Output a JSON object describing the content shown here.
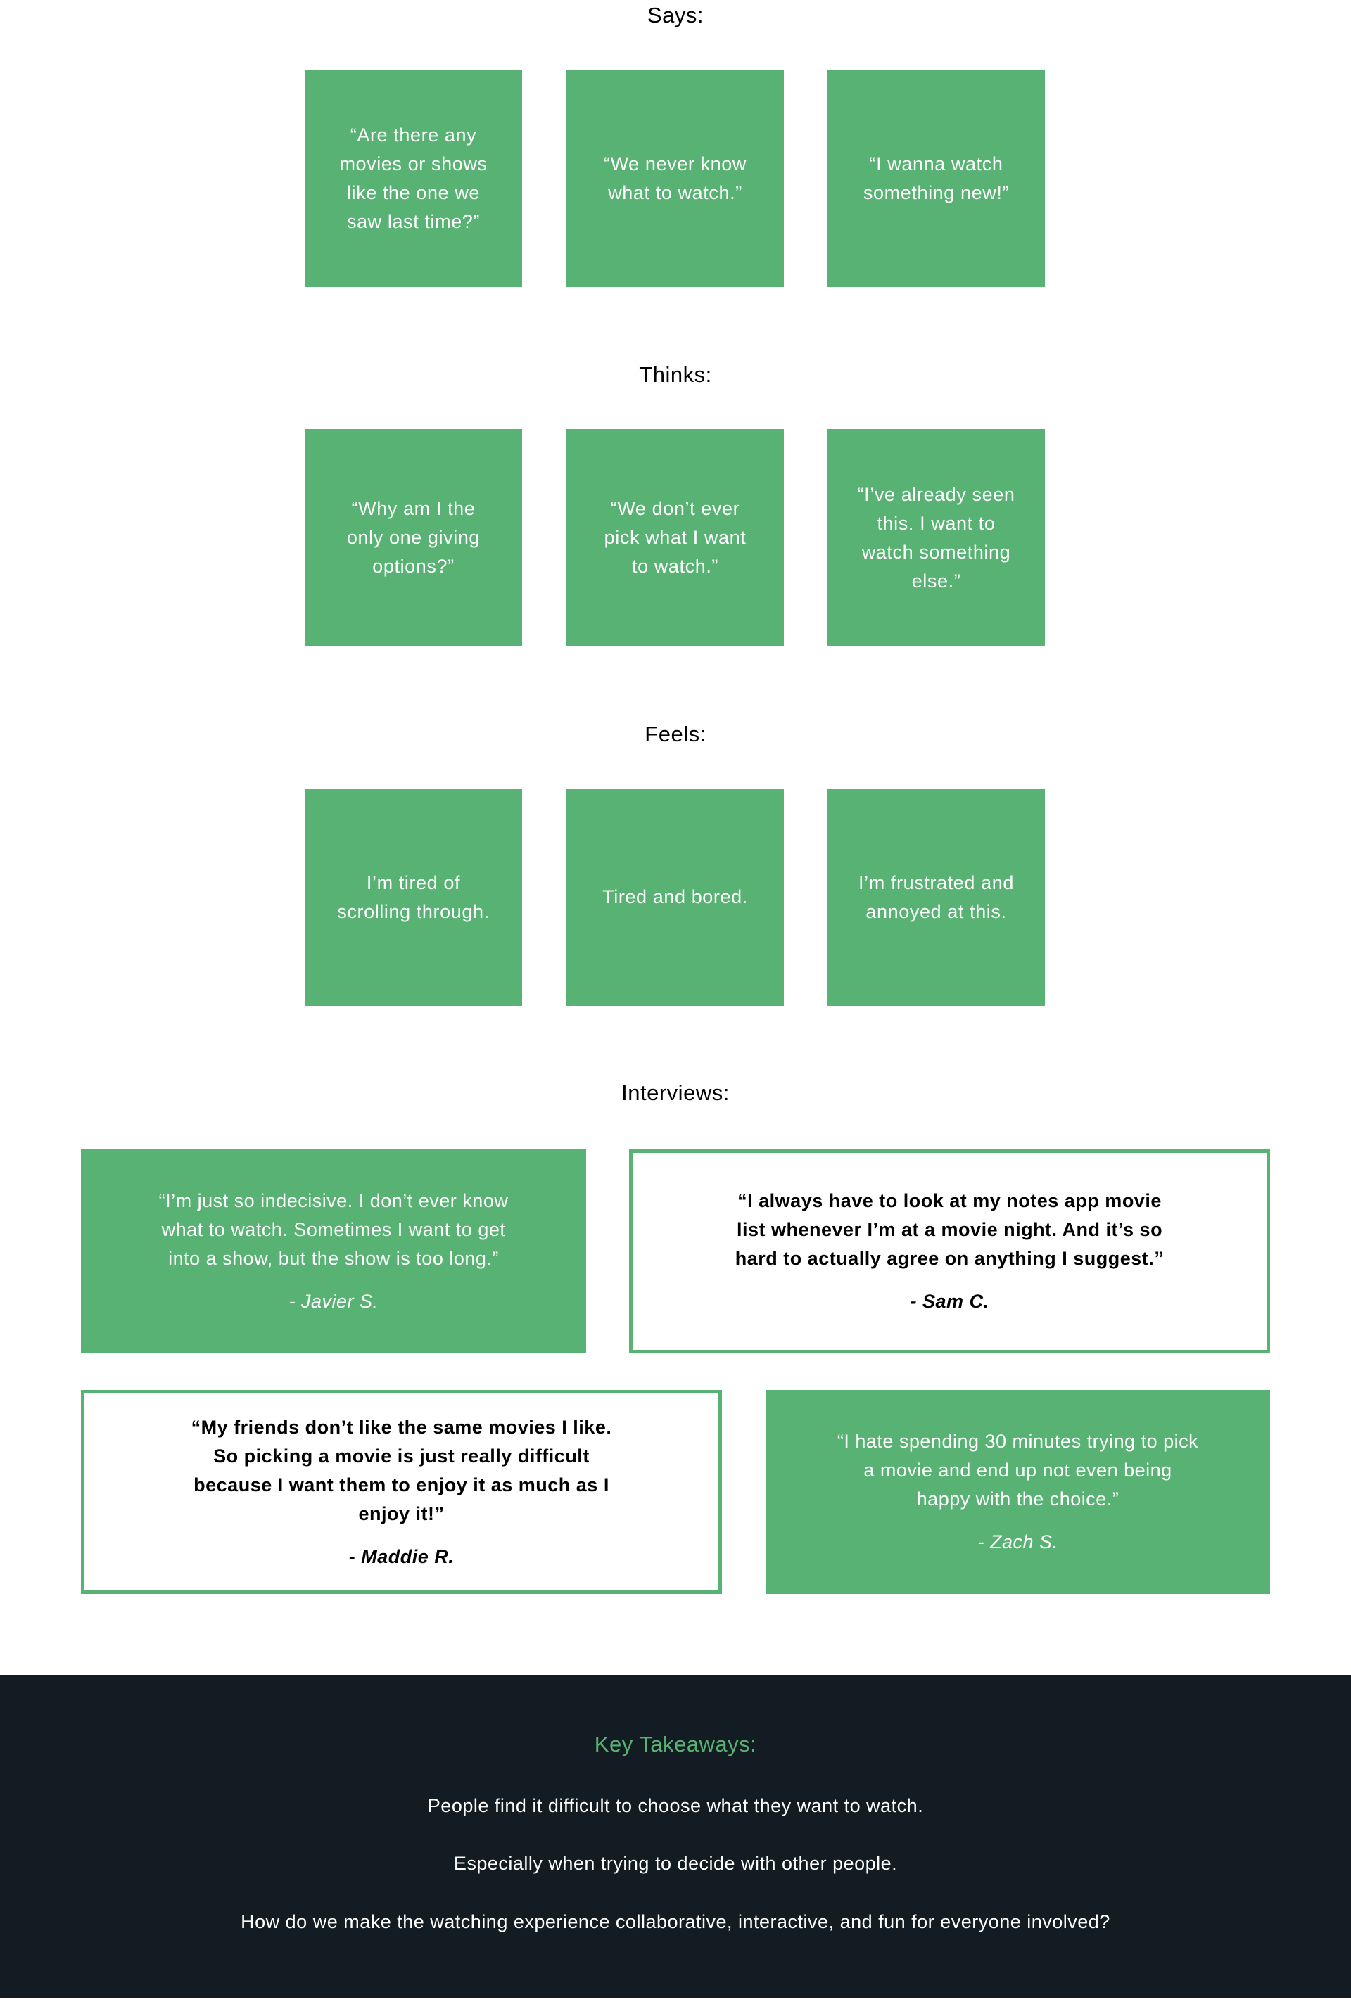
{
  "says": {
    "title": "Says:",
    "items": [
      "“Are there any movies or shows like the one we saw last time?”",
      "“We never know what to watch.”",
      "“I wanna watch something new!”"
    ]
  },
  "thinks": {
    "title": "Thinks:",
    "items": [
      "“Why am I the only one giving options?”",
      "“We don’t ever pick what I want to watch.”",
      "“I’ve already seen this. I want to watch something else.”"
    ]
  },
  "feels": {
    "title": "Feels:",
    "items": [
      "I’m tired of scrolling through.",
      "Tired and bored.",
      "I’m frustrated and annoyed at this."
    ]
  },
  "interviews": {
    "title": "Interviews:",
    "items": [
      {
        "quote": "“I’m just so indecisive. I don’t ever know what to watch. Sometimes I want to get into a show, but the show is too long.”",
        "author": "- Javier S."
      },
      {
        "quote": "“I always have to look at my notes app movie list whenever I’m at a movie night. And it’s so hard to actually agree on anything I suggest.”",
        "author": "- Sam C."
      },
      {
        "quote": "“My friends don’t like the same movies I like. So picking a movie is just really difficult because I want them to enjoy it as much as I enjoy it!”",
        "author": "- Maddie R."
      },
      {
        "quote": "“I hate spending 30 minutes trying to pick a movie and end up not even being happy with the choice.”",
        "author": "- Zach S."
      }
    ]
  },
  "takeaways": {
    "title": "Key Takeaways:",
    "lines": [
      "People find it difficult to choose what they want to watch.",
      "Especially when trying to decide with other people.",
      "How do we make the watching experience collaborative, interactive, and fun for everyone involved?"
    ]
  },
  "colors": {
    "accent": "#58b273",
    "footer_bg": "#121c22"
  }
}
